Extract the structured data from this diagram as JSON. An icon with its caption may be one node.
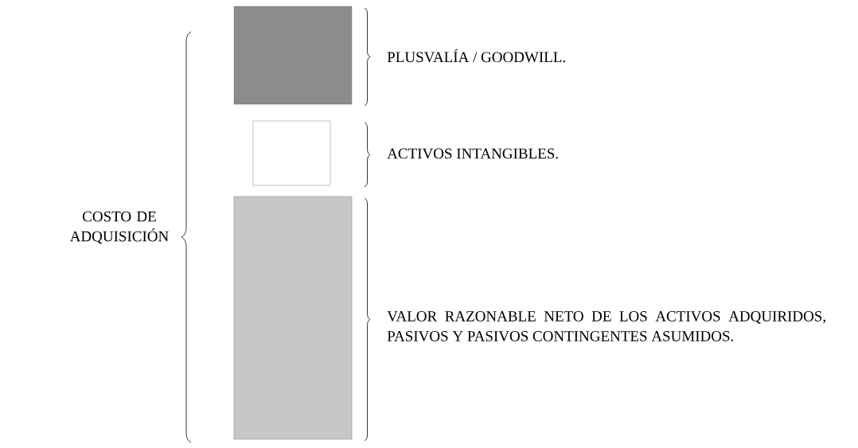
{
  "diagram": {
    "nodes": [
      {
        "text": [],
        "shape": "box",
        "beside": [
          "PLUSVALÍA / GOODWILL."
        ]
      },
      {
        "text": [],
        "shape": "box",
        "beside": [
          "ACTIVOS INTANGIBLES."
        ]
      },
      {
        "text": [],
        "shape": "box",
        "beside": [
          "VALOR RAZONABLE NETO DE LOS ACTIVOS ADQUIRIDOS, PASIVOS Y PASIVOS CONTINGENTES ASUMIDOS."
        ]
      }
    ],
    "edges": [],
    "labels": [
      "COSTO DE ADQUISICIÓN"
    ]
  }
}
